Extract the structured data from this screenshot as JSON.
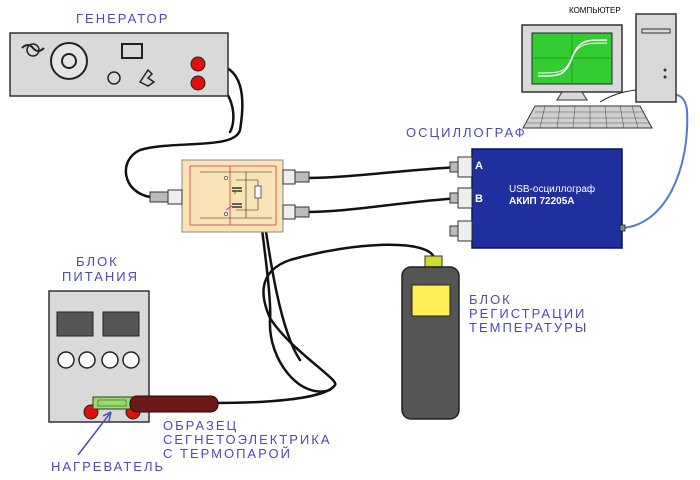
{
  "labels": {
    "generator": "ГЕНЕРАТОР",
    "computer": "КОМПЬЮТЕР",
    "oscilloscope": "ОСЦИЛЛОГРАФ",
    "channel_a": "A",
    "channel_b": "B",
    "scope_line1": "USB-осциллограф",
    "scope_line2": "АКИП 72205А",
    "power_line1": "БЛОК",
    "power_line2": "ПИТАНИЯ",
    "temp_line1": "БЛОК",
    "temp_line2": "РЕГИСТРАЦИИ",
    "temp_line3": "ТЕМПЕРАТУРЫ",
    "sample_line1": "ОБРАЗЕЦ",
    "sample_line2": "СЕГНЕТОЭЛЕКТРИКА",
    "sample_line3": "С ТЕРМОПАРОЙ",
    "heater": "НАГРЕВАТЕЛЬ"
  },
  "colors": {
    "device_fill": "#d9d9d9",
    "device_stroke": "#333333",
    "label_blue": "#4a4ac0",
    "scope_blue": "#1f2f9e",
    "screen_green": "#33cc33",
    "knob_red": "#e01010",
    "probe_yellow": "#ffee55",
    "sample_rod": "#6b1a1a",
    "usb_cable": "#5577dd",
    "heater_green": "#99dd66"
  }
}
